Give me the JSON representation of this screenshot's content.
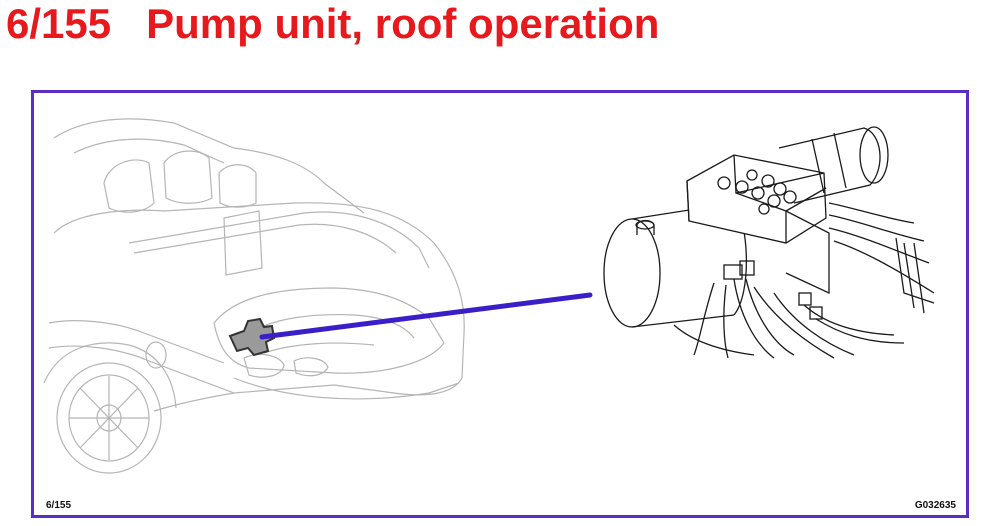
{
  "page": {
    "title": "6/155   Pump unit, roof operation"
  },
  "figure": {
    "page_ref": "6/155",
    "figure_code": "G032635",
    "colors": {
      "title": "#e8191c",
      "frame_border": "#5a2dc4",
      "leader_line": "#3a1fc8",
      "highlight_fill": "#9a9a9a"
    },
    "icons": [
      "car-trunk-illustration",
      "pump-unit-illustration",
      "leader-line"
    ]
  }
}
